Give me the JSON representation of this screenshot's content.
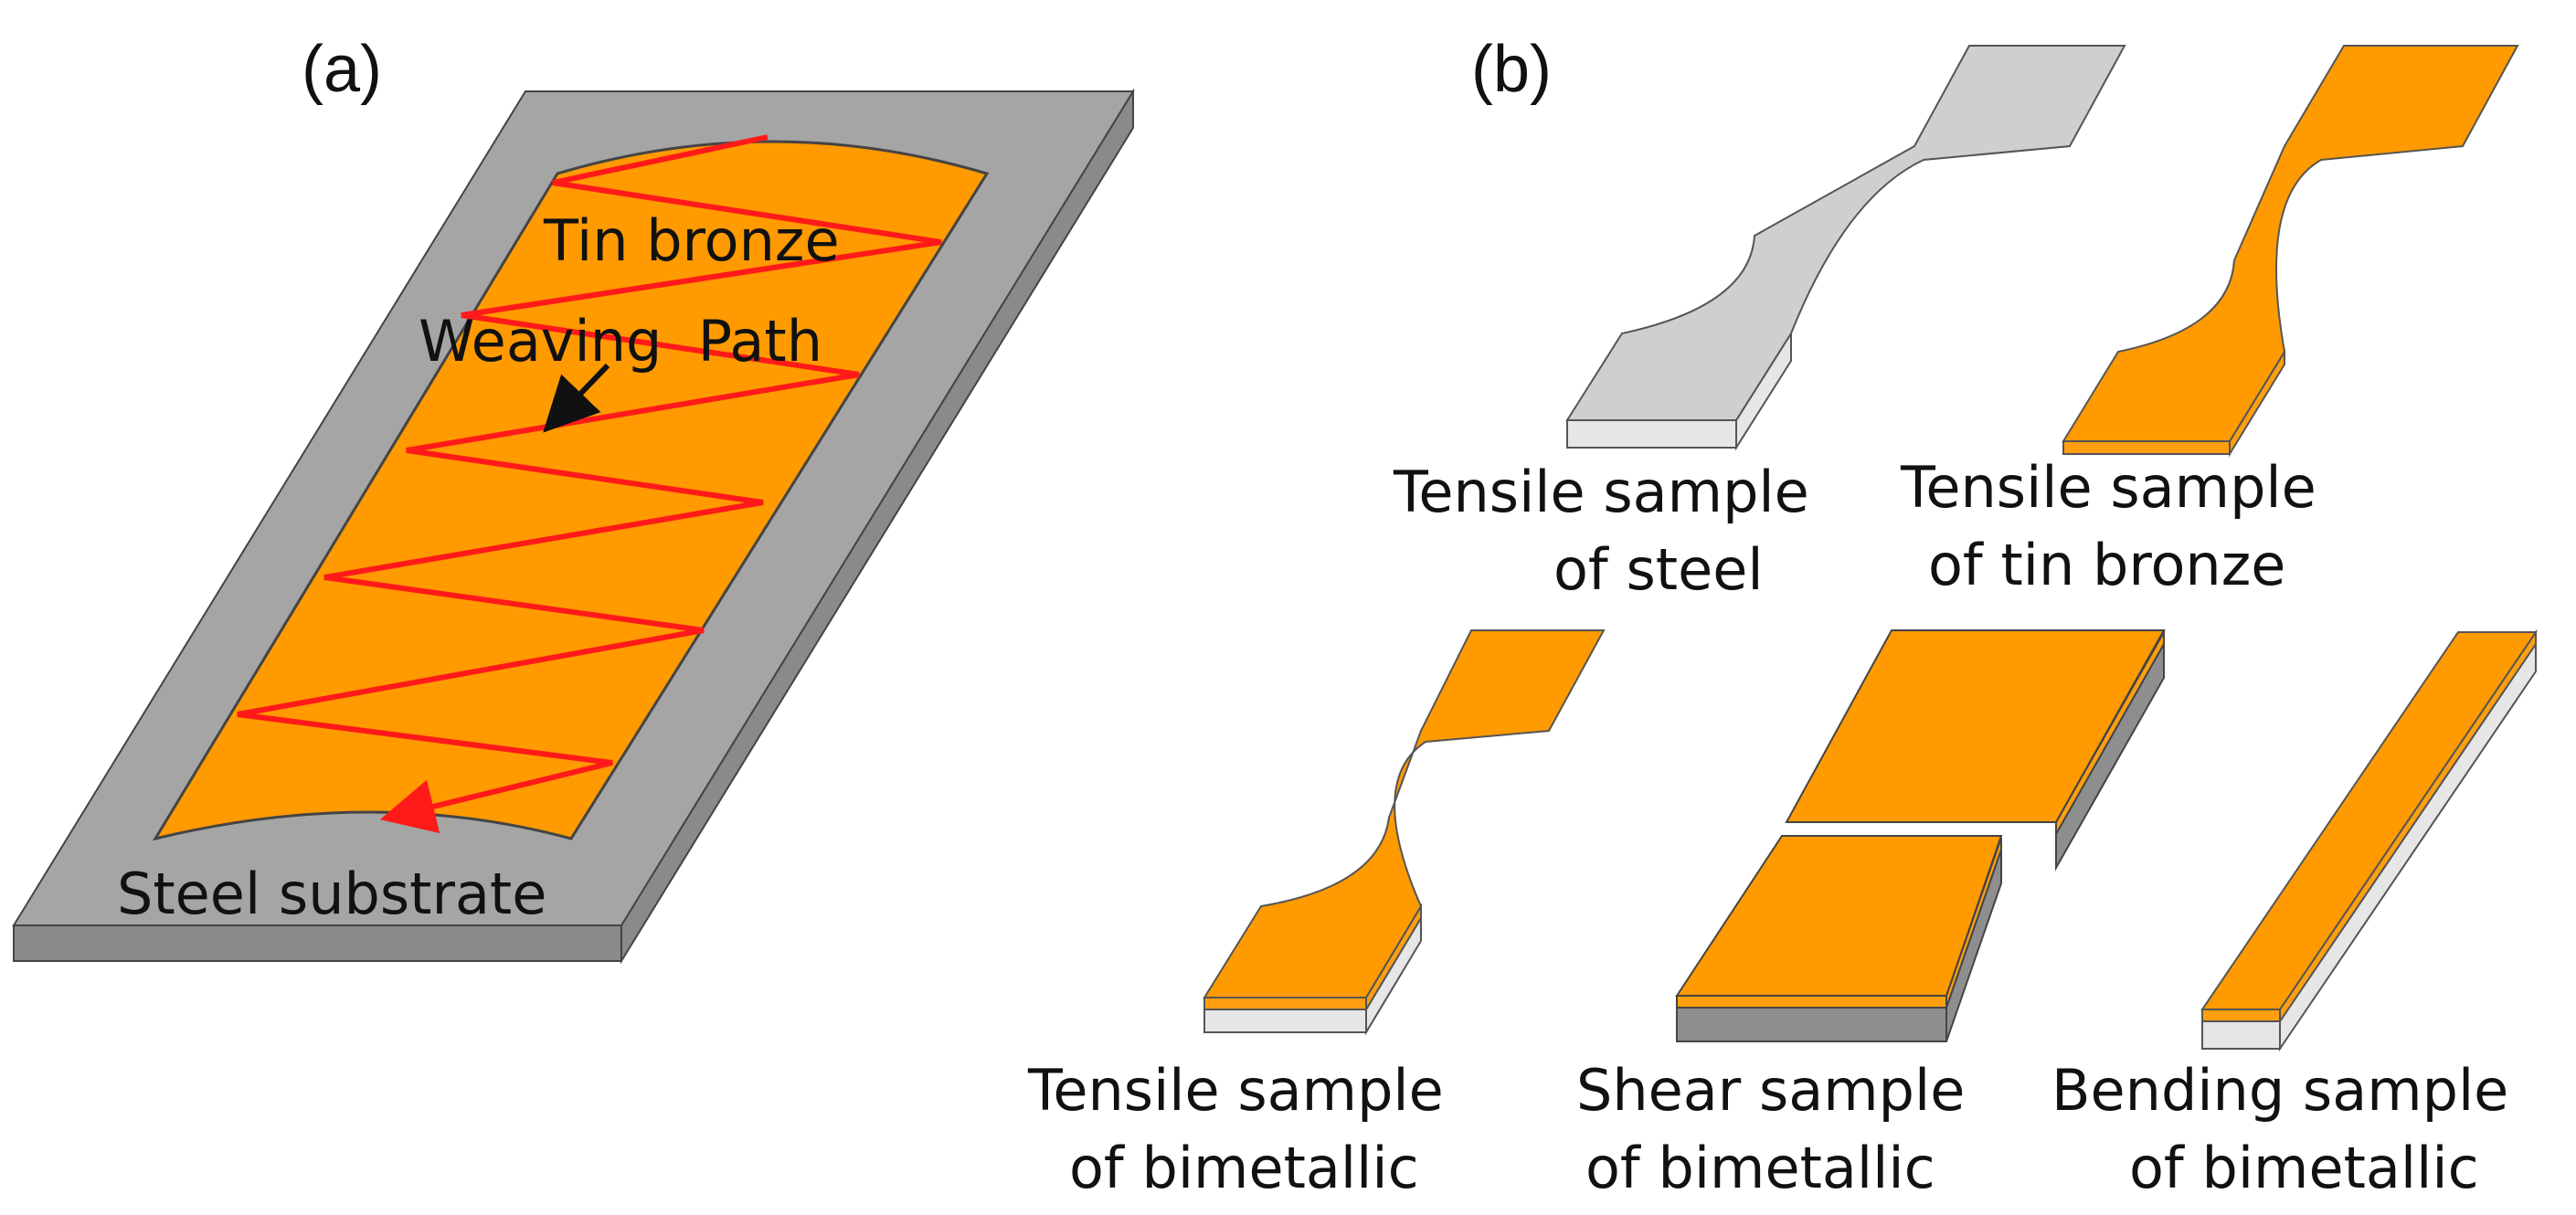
{
  "colors": {
    "steel_top": "#a5a5a6",
    "steel_side": "#8a8a8c",
    "steel_light_top": "#cfcfcf",
    "steel_light_side": "#e6e6e6",
    "steel_dark_side": "#8e8e8e",
    "bronze_top": "#ff9a00",
    "bronze_side": "#ff9f10",
    "path_line": "#ff1a1a",
    "outline": "#444444"
  },
  "panel_a": {
    "label": "(a)",
    "tin_bronze": "Tin bronze",
    "weaving_path": "Weaving  Path",
    "steel_substrate": "Steel substrate"
  },
  "panel_b": {
    "label": "(b)",
    "steel_tensile": {
      "line1": "Tensile sample",
      "line2": "of steel"
    },
    "bronze_tensile": {
      "line1": "Tensile sample",
      "line2": "of tin bronze"
    },
    "bimetal_tensile": {
      "line1": "Tensile sample",
      "line2": "of bimetallic"
    },
    "bimetal_shear": {
      "line1": "Shear sample",
      "line2": "of bimetallic"
    },
    "bimetal_bending": {
      "line1": "Bending sample",
      "line2": "of bimetallic"
    }
  }
}
